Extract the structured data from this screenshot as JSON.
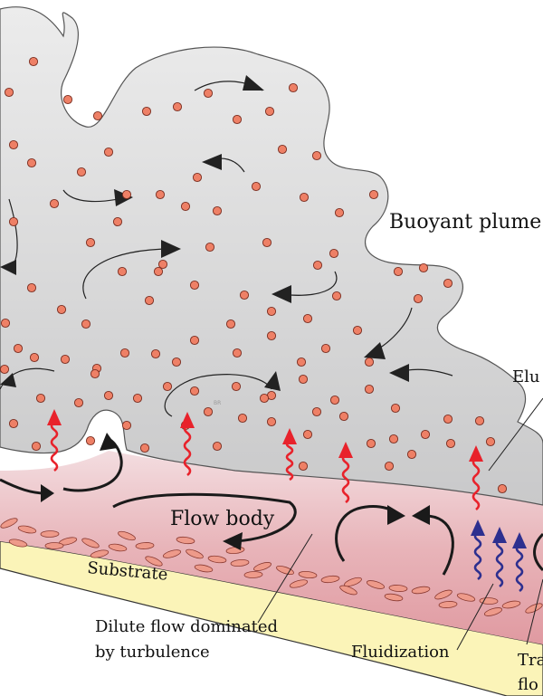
{
  "diagram": {
    "labels": {
      "buoyant_plume": "Buoyant plume",
      "elutriation": "Elu",
      "flow_body": "Flow body",
      "substrate": "Substrate",
      "dilute_flow_line1": "Dilute flow dominated",
      "dilute_flow_line2": "by turbulence",
      "fluidization": "Fluidization",
      "transport_line1": "Tra",
      "transport_line2": "flo",
      "watermark": "BR"
    },
    "colors": {
      "plume_fill": "#d9d9da",
      "plume_stroke": "#555555",
      "flow_body_fill": "#e4a3a9",
      "flow_body_top": "#f3dde0",
      "substrate_fill": "#fbf4b8",
      "particle_fill": "#ee8066",
      "particle_stroke": "#7a2d20",
      "clast_fill": "#ee9a8a",
      "elutriation_arrow": "#e8222b",
      "fluidization_arrow": "#2d2f8f",
      "circulation_arrow": "#1a1a1a"
    }
  }
}
